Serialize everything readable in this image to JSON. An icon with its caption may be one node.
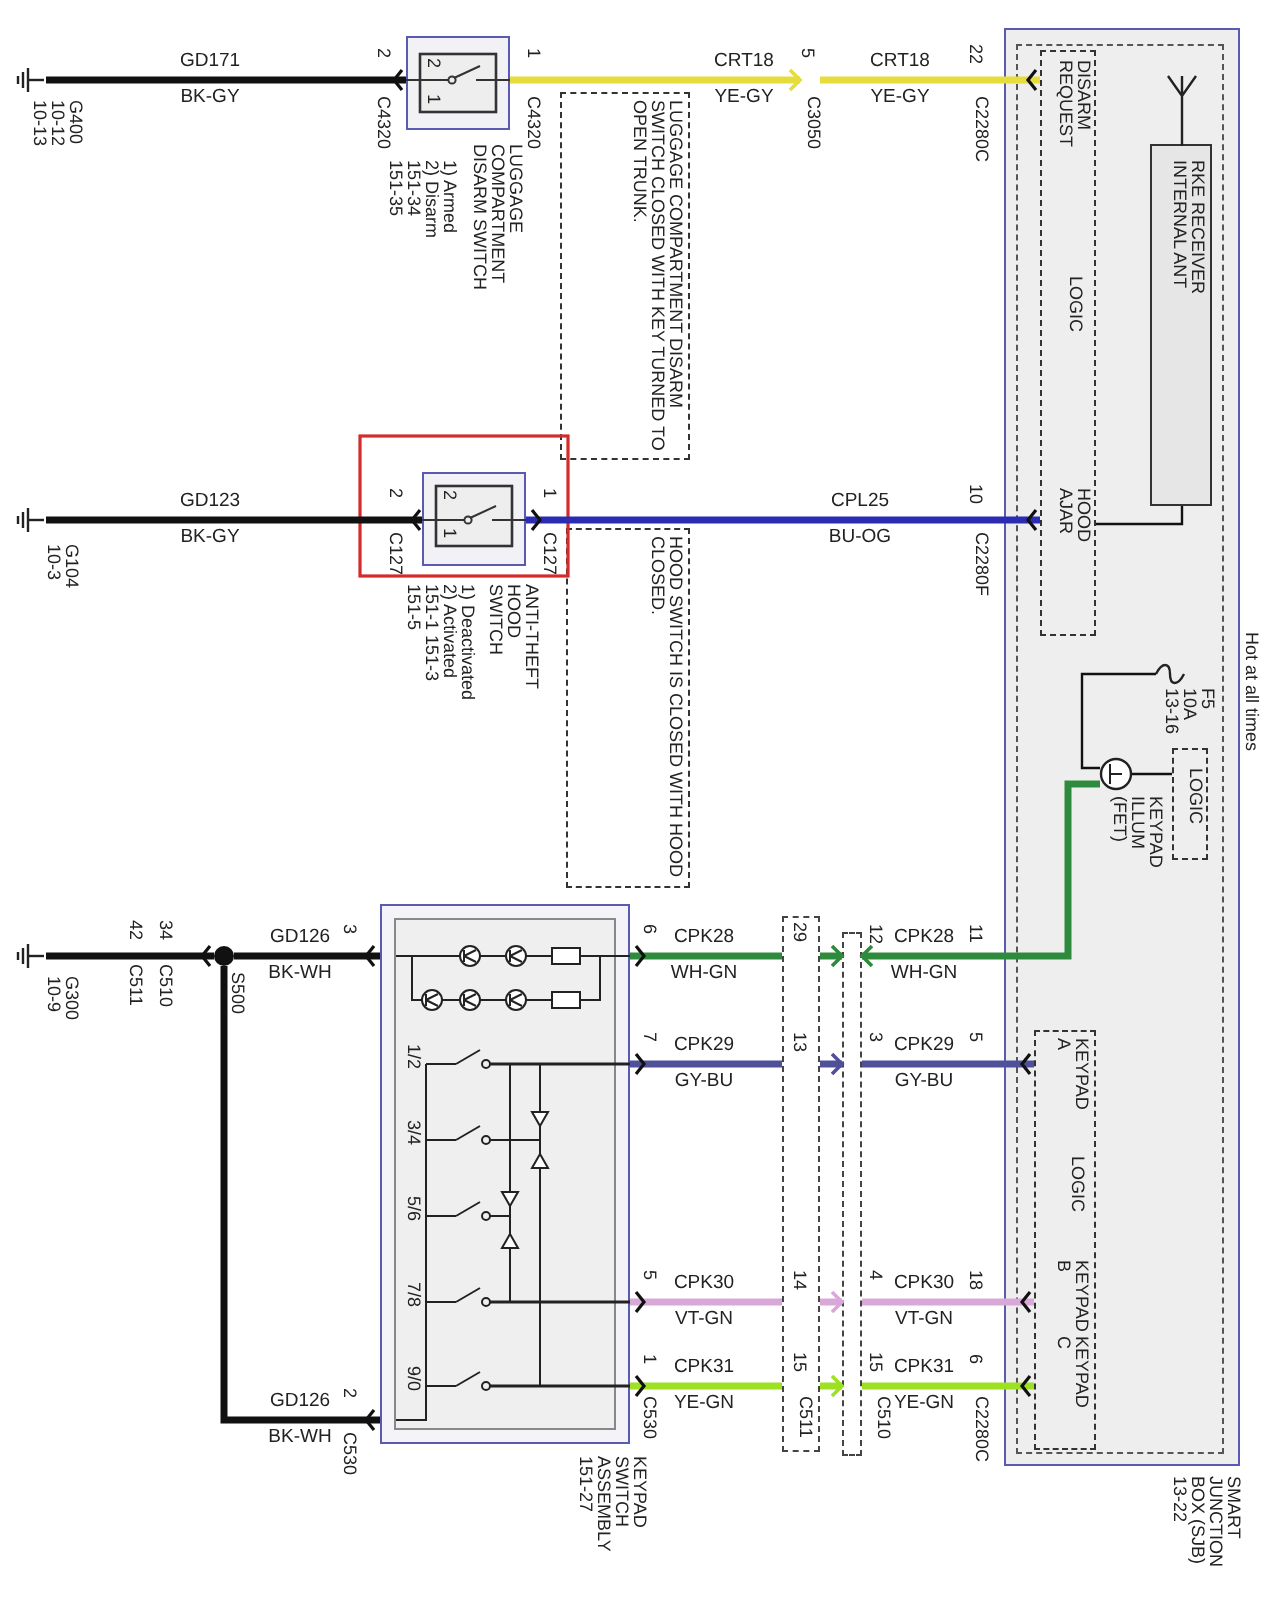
{
  "diagram": {
    "nodes": [
      {
        "text": [
          "G400 10-12 10-13"
        ]
      },
      {
        "text": [
          "LUGGAGE COMPARTMENT DISARM SWITCH",
          "1) Armed 2) Disarm 151-34 151-35"
        ]
      },
      {
        "text": [
          "LUGGAGE COMPARTMENT DISARM SWITCH CLOSED WITH KEY TURNED TO OPEN TRUNK."
        ]
      },
      {
        "text": [
          "C3050"
        ]
      },
      {
        "text": [
          "SMART JUNCTION BOX (SJB) 13-22"
        ]
      },
      {
        "text": [
          "DISARM REQUEST",
          "LOGIC",
          "HOOD AJAR"
        ],
        "in": 4
      },
      {
        "text": [
          "RKE RECEIVER INTERNAL ANT"
        ],
        "in": 4
      },
      {
        "text": [
          "G104 10-3"
        ]
      },
      {
        "text": [
          "ANTI-THEFT HOOD SWITCH",
          "1) Deactivated 2) Activated 151-1 151-3 151-5"
        ]
      },
      {
        "text": [
          "HOOD SWITCH IS CLOSED WITH HOOD CLOSED."
        ]
      },
      {
        "text": [
          "F5 10A 13-16"
        ],
        "in": 4
      },
      {
        "text": [
          "KEYPAD ILLUM (FET)"
        ],
        "in": 4
      },
      {
        "text": [
          "LOGIC"
        ],
        "in": 4
      },
      {
        "text": [
          "G300 10-9"
        ]
      },
      {
        "text": [
          "S500"
        ]
      },
      {
        "text": [
          "KEYPAD SWITCH ASSEMBLY 151-27"
        ]
      },
      {
        "text": [
          "C511"
        ]
      },
      {
        "text": [
          "C510"
        ]
      },
      {
        "text": [
          "KEYPAD A",
          "LOGIC",
          "KEYPAD B",
          "KEYPAD C"
        ],
        "in": 4
      }
    ],
    "edges": [
      {
        "from": 0,
        "to": 1,
        "arrow": "other",
        "label": "GD171 BK-GY"
      },
      {
        "from": 1,
        "to": 3,
        "arrow": "to",
        "label": "CRT18 YE-GY",
        "color": "#e6dc3c"
      },
      {
        "from": 3,
        "to": 5,
        "arrow": "other",
        "label": "CRT18 YE-GY",
        "color": "#e6dc3c"
      },
      {
        "from": 6,
        "to": 5,
        "arrow": "none"
      },
      {
        "from": 7,
        "to": 8,
        "arrow": "other",
        "label": "GD123 BK-GY"
      },
      {
        "from": 8,
        "to": 5,
        "arrow": "other",
        "label": "CPL25 BU-OG",
        "color": "#2b2bb3"
      },
      {
        "from": 10,
        "to": 11,
        "arrow": "none"
      },
      {
        "from": 12,
        "to": 11,
        "arrow": "none"
      },
      {
        "from": 13,
        "to": 14,
        "arrow": "other"
      },
      {
        "from": 14,
        "to": 15,
        "arrow": "other",
        "label": "GD126 BK-WH"
      },
      {
        "from": 14,
        "to": 15,
        "arrow": "other",
        "label": "GD126 BK-WH"
      },
      {
        "from": 15,
        "to": 16,
        "arrow": "other",
        "label": "CPK28 WH-GN",
        "color": "#2e8b3e"
      },
      {
        "from": 15,
        "to": 16,
        "arrow": "other",
        "label": "CPK29 GY-BU",
        "color": "#50509a"
      },
      {
        "from": 15,
        "to": 16,
        "arrow": "other",
        "label": "CPK30 VT-GN",
        "color": "#d8a8d8"
      },
      {
        "from": 15,
        "to": 16,
        "arrow": "other",
        "label": "CPK31 YE-GN",
        "color": "#9ee022"
      },
      {
        "from": 16,
        "to": 17,
        "arrow": "to",
        "color": "#2e8b3e"
      },
      {
        "from": 16,
        "to": 17,
        "arrow": "to",
        "color": "#50509a"
      },
      {
        "from": 16,
        "to": 17,
        "arrow": "to",
        "color": "#d8a8d8"
      },
      {
        "from": 16,
        "to": 17,
        "arrow": "to",
        "color": "#9ee022"
      },
      {
        "from": 11,
        "to": 17,
        "arrow": "to",
        "label": "CPK28 WH-GN",
        "color": "#2e8b3e"
      },
      {
        "from": 17,
        "to": 18,
        "arrow": "other",
        "label": "CPK29 GY-BU",
        "color": "#50509a"
      },
      {
        "from": 17,
        "to": 18,
        "arrow": "other",
        "label": "CPK30 VT-GN",
        "color": "#d8a8d8"
      },
      {
        "from": 17,
        "to": 18,
        "arrow": "other",
        "label": "CPK31 YE-GN",
        "color": "#9ee022"
      }
    ],
    "labels": [
      "2",
      "C4320",
      "2",
      "1",
      "1",
      "C4320",
      "5",
      "22",
      "C2280C",
      "2",
      "C127",
      "2",
      "1",
      "1",
      "C127",
      "10",
      "C2280F",
      "Hot at all times",
      "34",
      "C510",
      "42",
      "C511",
      "3",
      "2",
      "C530",
      "1/2",
      "3/4",
      "5/6",
      "7/8",
      "9/0",
      "6",
      "7",
      "5",
      "1",
      "C530",
      "29",
      "13",
      "14",
      "15",
      "12",
      "3",
      "4",
      "15",
      "11",
      "5",
      "18",
      "6",
      "C2280C"
    ]
  }
}
